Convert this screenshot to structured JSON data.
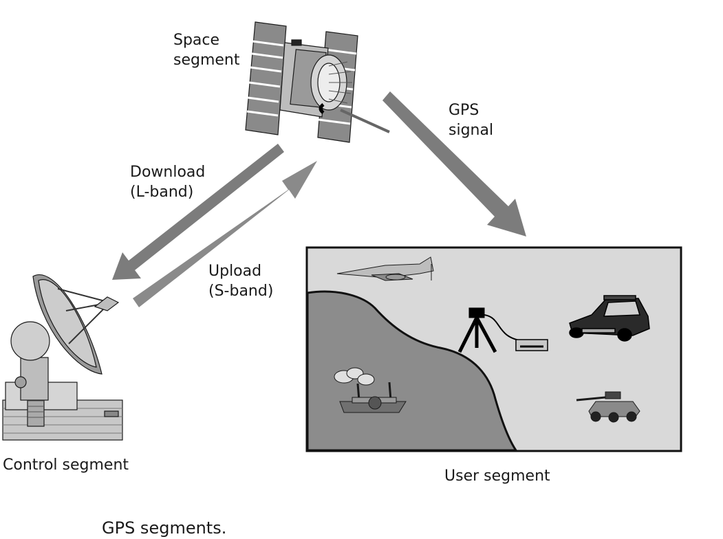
{
  "labels": {
    "space_segment": "Space\nsegment",
    "gps_signal": "GPS\nsignal",
    "download": "Download\n(L-band)",
    "upload": "Upload\n(S-band)",
    "control_segment": "Control segment",
    "user_segment": "User segment"
  },
  "caption": "GPS segments.",
  "colors": {
    "arrow": "#7c7c7c",
    "user_bg": "#d9d9d9",
    "land": "#8c8c8c",
    "dark": "#1a1a1a"
  },
  "icons": [
    "satellite-icon",
    "dish-antenna-icon",
    "jet-icon",
    "tripod-receiver-icon",
    "police-car-icon",
    "ship-icon",
    "armored-vehicle-icon"
  ]
}
